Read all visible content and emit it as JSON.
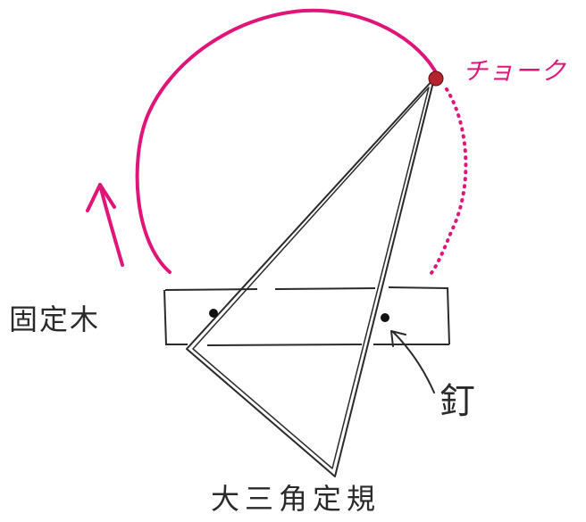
{
  "labels": {
    "chalk": "チョーク",
    "fixed_wood": "固定木",
    "nail": "釘",
    "large_triangle": "大三角定規"
  },
  "colors": {
    "ink": "#2a2a2a",
    "accent": "#e0157a",
    "chalk_tip": "#b3242c"
  }
}
